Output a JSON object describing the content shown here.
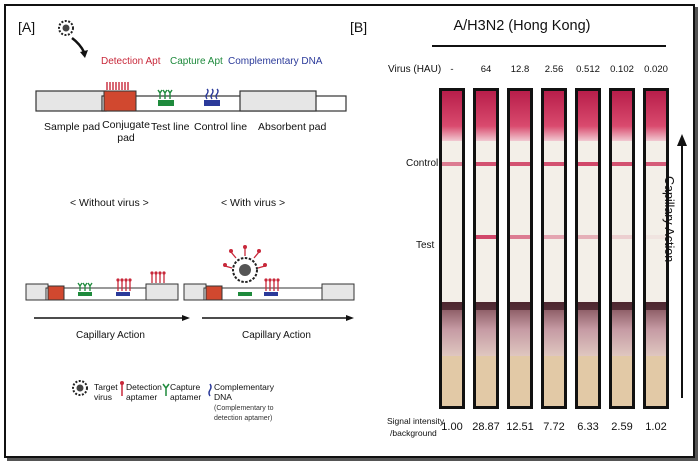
{
  "panel_a": {
    "label": "[A]",
    "legend_top": {
      "detection": "Detection Apt",
      "capture": "Capture Apt",
      "complementary": "Complementary DNA"
    },
    "strip_parts": {
      "sample_pad": "Sample pad",
      "conjugate_pad": "Conjugate pad",
      "test_line": "Test line",
      "control_line": "Control line",
      "absorbent_pad": "Absorbent pad"
    },
    "without_virus": "< Without virus >",
    "with_virus": "< With virus >",
    "capillary_left": "Capillary Action",
    "capillary_right": "Capillary Action",
    "legend_bottom": {
      "target_virus": "Target virus",
      "detection_aptamer": "Detection aptamer",
      "capture_aptamer": "Capture aptamer",
      "complementary_dna": "Complementary DNA",
      "complementary_note": "(Complementary to detection aptamer)"
    },
    "colors": {
      "detection": "#c8283a",
      "capture": "#1e8a3c",
      "complementary": "#2b3a9a"
    }
  },
  "panel_b": {
    "label": "[B]",
    "title": "A/H3N2 (Hong Kong)",
    "virus_label": "Virus (HAU)",
    "control_label": "Control",
    "test_label": "Test",
    "capillary_action": "Capillary Action",
    "signal_label_1": "Signal intensity",
    "signal_label_2": "/background",
    "strips": [
      {
        "hau": "-",
        "signal": "1.00",
        "control": 0.55,
        "test": 0.0
      },
      {
        "hau": "64",
        "signal": "28.87",
        "control": 0.75,
        "test": 0.8
      },
      {
        "hau": "12.8",
        "signal": "12.51",
        "control": 0.75,
        "test": 0.55
      },
      {
        "hau": "2.56",
        "signal": "7.72",
        "control": 0.75,
        "test": 0.35
      },
      {
        "hau": "0.512",
        "signal": "6.33",
        "control": 0.8,
        "test": 0.3
      },
      {
        "hau": "0.102",
        "signal": "2.59",
        "control": 0.75,
        "test": 0.15
      },
      {
        "hau": "0.020",
        "signal": "1.02",
        "control": 0.7,
        "test": 0.05
      }
    ]
  }
}
